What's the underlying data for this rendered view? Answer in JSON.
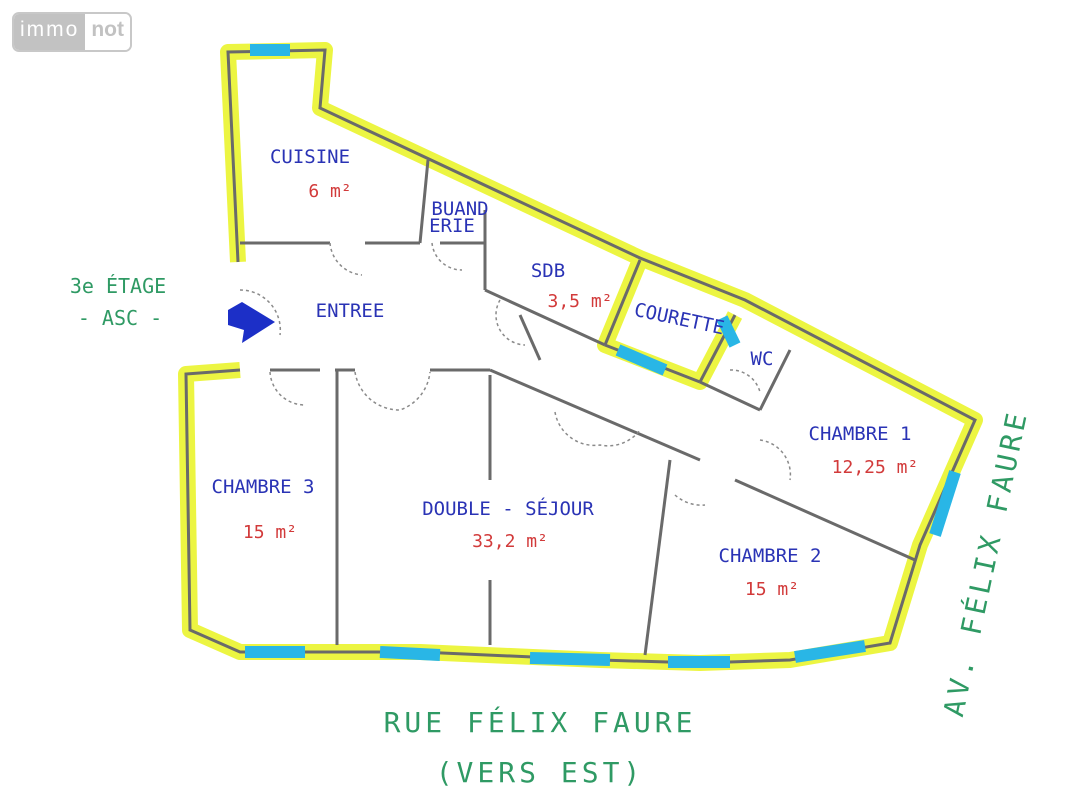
{
  "logo": {
    "part1": "immo",
    "part2": "not"
  },
  "rooms": {
    "cuisine": {
      "name": "CUISINE",
      "area": "6 m²"
    },
    "buanderie": {
      "name_line1": "BUAND",
      "name_line2": "ERIE"
    },
    "sdb": {
      "name": "SDB",
      "area": "3,5 m²"
    },
    "courette": {
      "name": "COURETTE"
    },
    "wc": {
      "name": "WC"
    },
    "entree": {
      "name": "ENTREE"
    },
    "chambre1": {
      "name": "CHAMBRE 1",
      "area": "12,25 m²"
    },
    "chambre2": {
      "name": "CHAMBRE 2",
      "area": "15 m²"
    },
    "chambre3": {
      "name": "CHAMBRE 3",
      "area": "15 m²"
    },
    "sejour": {
      "name": "DOUBLE - SÉJOUR",
      "area": "33,2 m²"
    }
  },
  "notes": {
    "floor": "3e ÉTAGE",
    "elevator": "- ASC -"
  },
  "streets": {
    "south": "RUE FÉLIX FAURE",
    "south_sub": "(VERS EST)",
    "east": "AV. FÉLIX FAURE"
  },
  "colors": {
    "wall_highlight": "#ecf542",
    "window": "#29b6e6",
    "wall": "#6a6a6a",
    "room_label": "#2a33b5",
    "area_label": "#d23a3a",
    "street_label": "#2f9a64",
    "entrance_arrow": "#1c2fc7"
  }
}
